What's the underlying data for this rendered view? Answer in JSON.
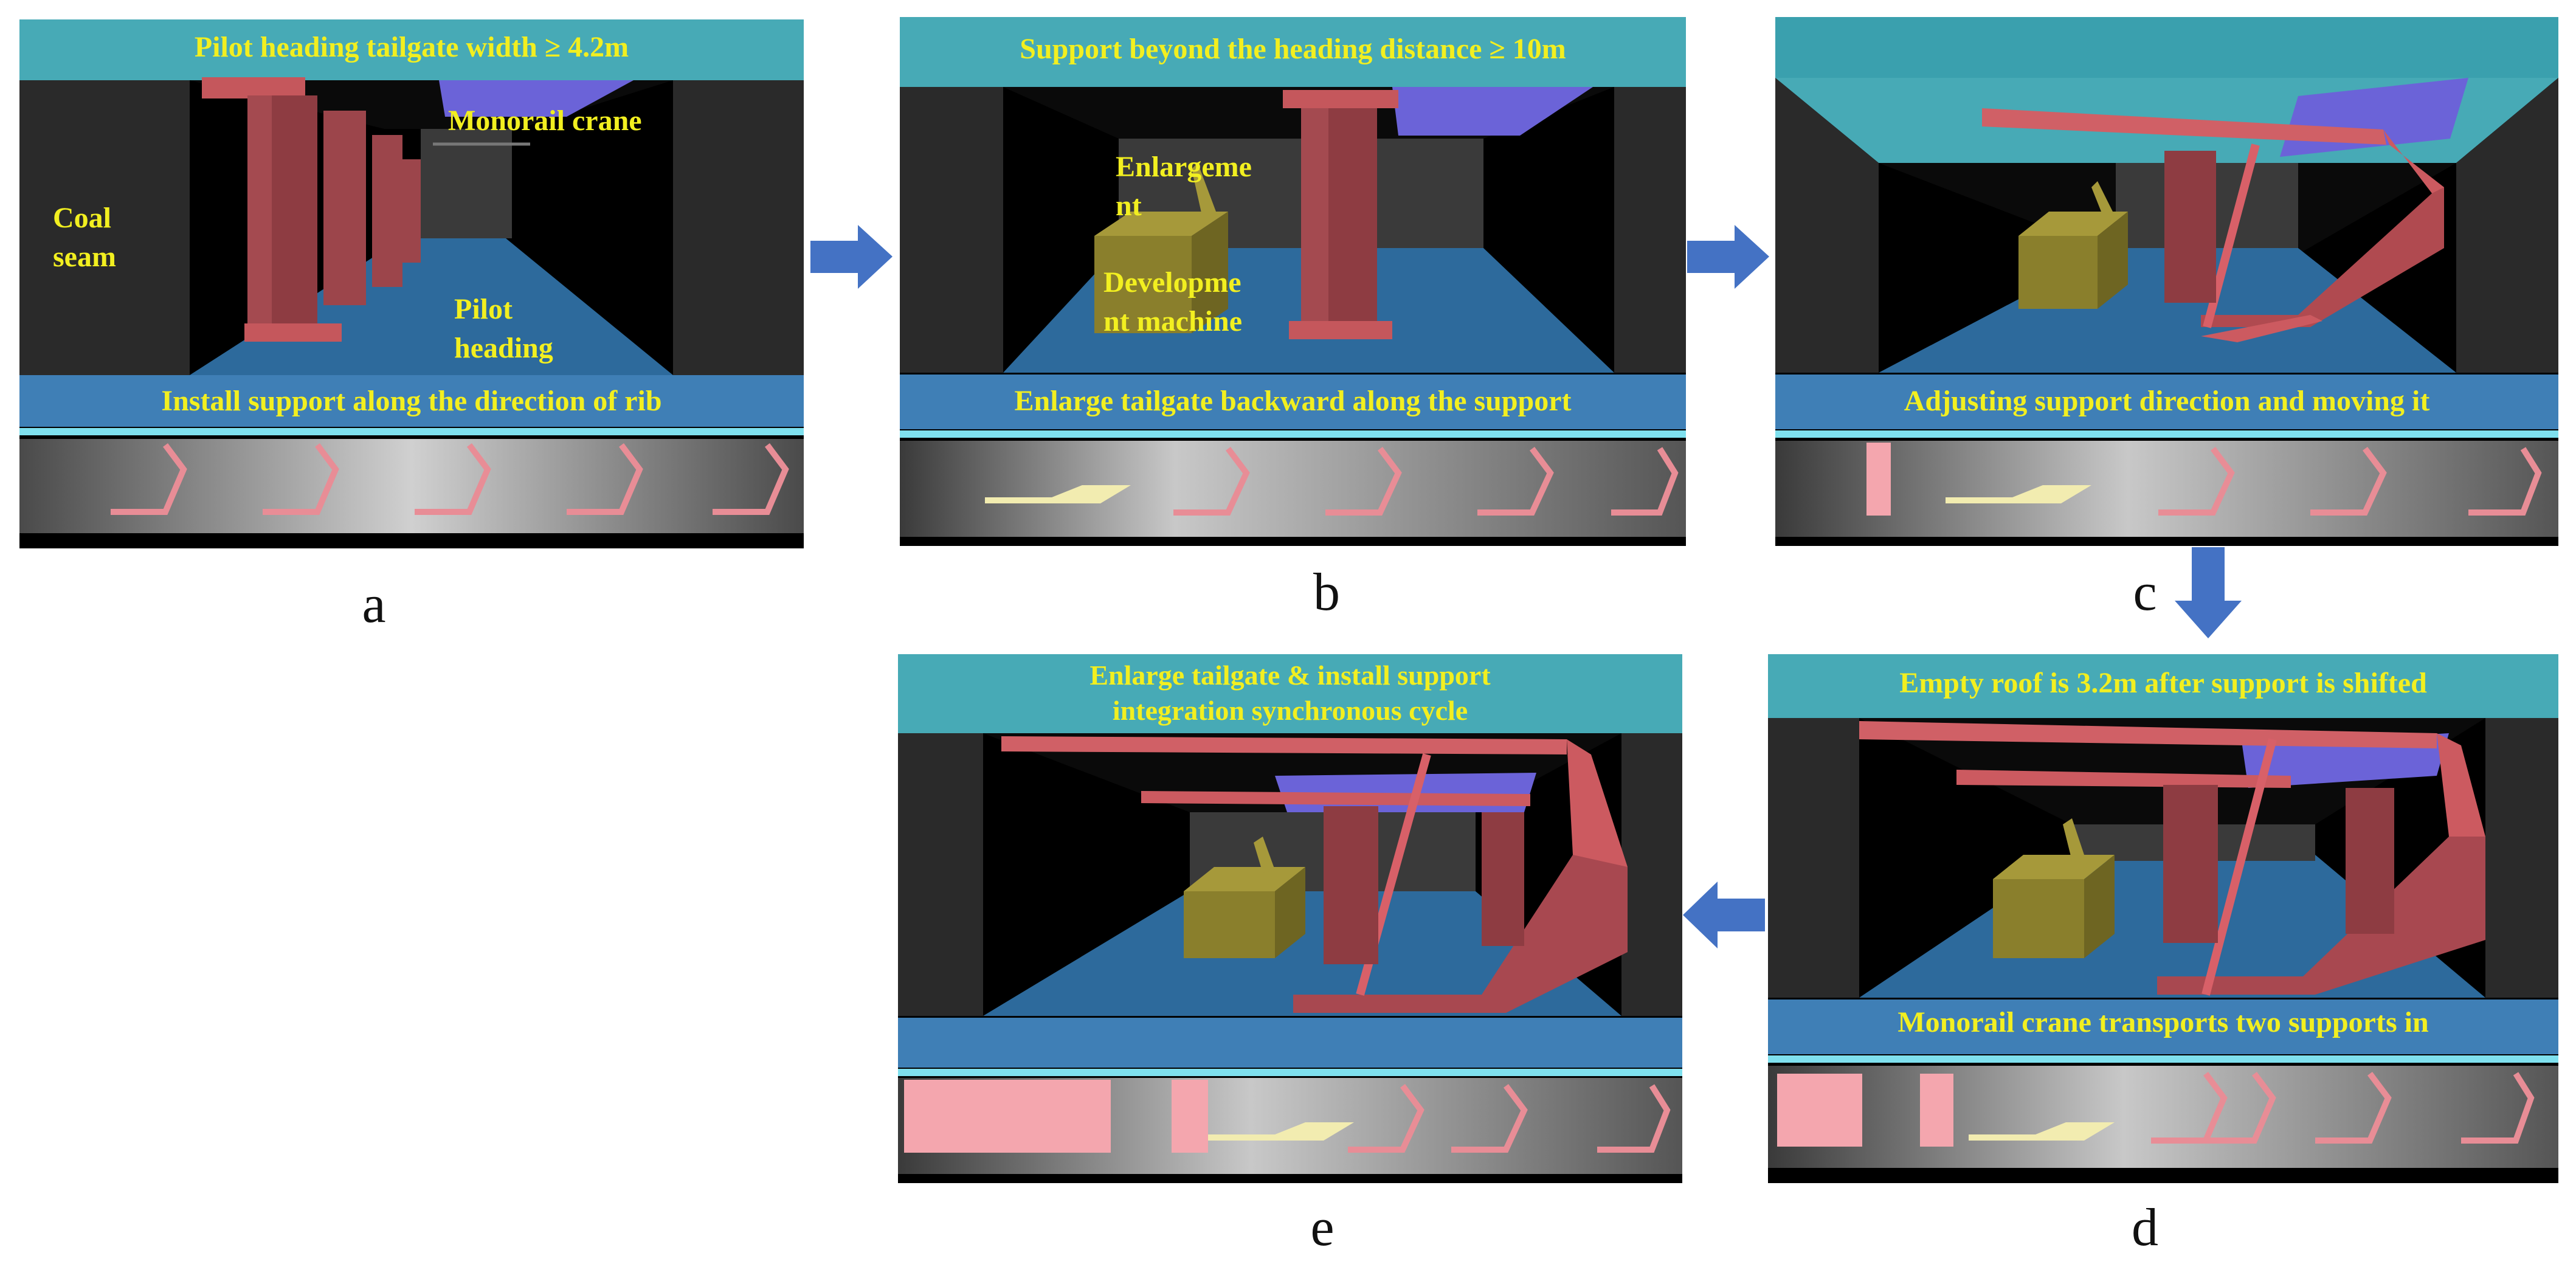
{
  "colors": {
    "roof": "#47aab6",
    "floor": "#2d6a9c",
    "walls": "#1c1c1c",
    "support": "#cc5a60",
    "machine": "#8a7f2c",
    "caption_text": "#f2ef20",
    "arrow": "#4472c4"
  },
  "panels": [
    {
      "letter": "a",
      "top_caption": "Pilot heading tailgate width ≥ 4.2m",
      "bottom_caption": "Install support along the direction of rib",
      "labels": {
        "crane": "Monorail crane",
        "coal": "Coal\nseam",
        "pilot": "Pilot\nheading"
      }
    },
    {
      "letter": "b",
      "top_caption": "Support beyond the heading distance ≥ 10m",
      "bottom_caption": "Enlarge tailgate backward along the support",
      "labels": {
        "enlarge": "Enlargeme\nnt",
        "machine": "Developme\nnt machine"
      }
    },
    {
      "letter": "c",
      "top_caption": "",
      "bottom_caption": "Adjusting support direction and moving it",
      "labels": {}
    },
    {
      "letter": "d",
      "top_caption": "Empty roof is 3.2m after support is shifted",
      "bottom_caption": "Monorail crane transports two supports in",
      "labels": {}
    },
    {
      "letter": "e",
      "top_caption": "Enlarge tailgate  & install support\nintegration synchronous cycle",
      "bottom_caption": "",
      "labels": {}
    }
  ],
  "arrows": [
    {
      "direction": "right",
      "from": "a",
      "to": "b"
    },
    {
      "direction": "right",
      "from": "b",
      "to": "c"
    },
    {
      "direction": "down",
      "from": "c",
      "to": "d"
    },
    {
      "direction": "left",
      "from": "d",
      "to": "e"
    }
  ]
}
